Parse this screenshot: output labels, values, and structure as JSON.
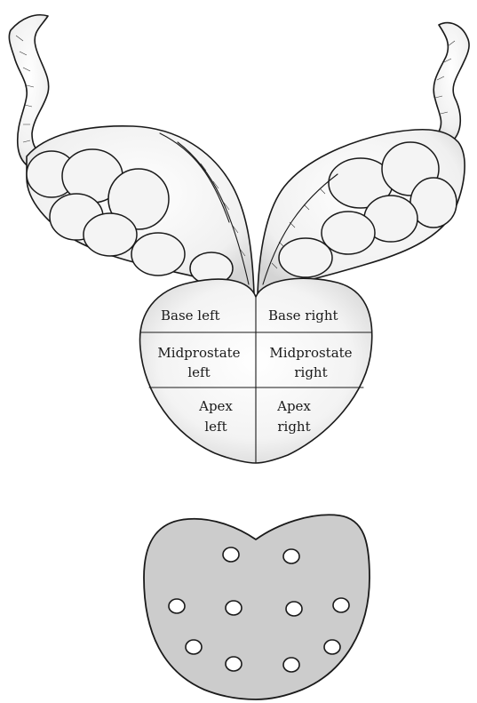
{
  "zones": {
    "base_left": "Base left",
    "base_right": "Base right",
    "mid_left_1": "Midprostate",
    "mid_left_2": "left",
    "mid_right_1": "Midprostate",
    "mid_right_2": "right",
    "apex_left_1": "Apex",
    "apex_left_2": "left",
    "apex_right_1": "Apex",
    "apex_right_2": "right"
  },
  "biopsy_map": {
    "core_count": 10,
    "fill_color": "#cccccc"
  },
  "colors": {
    "outline": "#1a1a1a",
    "gland_fill": "#f5f5f5",
    "section_fill": "#cccccc"
  }
}
